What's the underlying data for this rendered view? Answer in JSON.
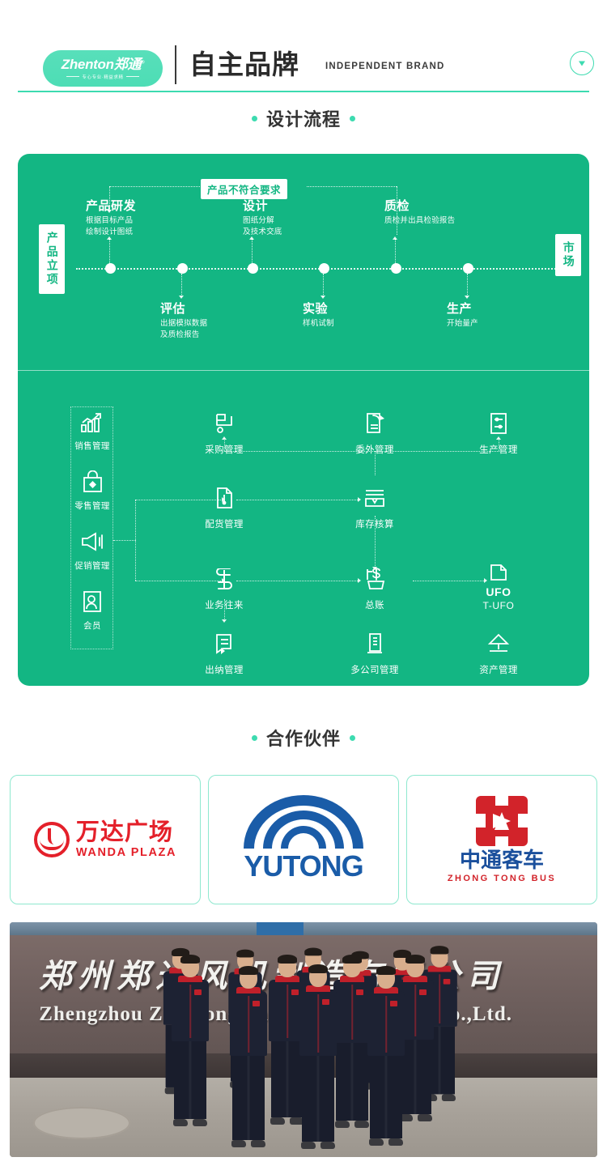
{
  "header": {
    "logo_main": "Zhenton郑通",
    "logo_reg": "®",
    "logo_sub": "专心专业·精益求精",
    "title": "自主品牌",
    "subtitle": "INDEPENDENT BRAND",
    "chevron_icon": "chevron-down-circle-icon"
  },
  "colors": {
    "brand_green": "#13b683",
    "accent_mint": "#3ddbb0",
    "wanda_red": "#e4202a",
    "yutong_blue": "#1a5ca8",
    "zhongtong_red": "#d2232a",
    "zhongtong_blue": "#1a4f9c"
  },
  "design_flow": {
    "section_title": "设计流程",
    "start_label": "产品立项",
    "end_label": "市场",
    "reject_label": "产品不符合要求",
    "steps_above": [
      {
        "title": "产品研发",
        "desc_line1": "根据目标产品",
        "desc_line2": "绘制设计图纸"
      },
      {
        "title": "设计",
        "desc_line1": "图纸分解",
        "desc_line2": "及技术交底"
      },
      {
        "title": "质检",
        "desc_line1": "质检并出具检验报告",
        "desc_line2": ""
      }
    ],
    "steps_below": [
      {
        "title": "评估",
        "desc_line1": "出据模拟数据",
        "desc_line2": "及质检报告"
      },
      {
        "title": "实验",
        "desc_line1": "样机试制",
        "desc_line2": ""
      },
      {
        "title": "生产",
        "desc_line1": "开始量产",
        "desc_line2": ""
      }
    ]
  },
  "erp": {
    "left_column": [
      {
        "label": "销售管理",
        "icon": "bar-chart-growth-icon"
      },
      {
        "label": "零售管理",
        "icon": "shopping-bag-icon"
      },
      {
        "label": "促销管理",
        "icon": "megaphone-icon"
      },
      {
        "label": "会员",
        "icon": "member-card-icon"
      }
    ],
    "grid": [
      {
        "label": "采购管理",
        "icon": "shopping-cart-icon"
      },
      {
        "label": "委外管理",
        "icon": "document-outsource-icon"
      },
      {
        "label": "生产管理",
        "icon": "production-panel-icon"
      },
      {
        "label": "配货管理",
        "icon": "delivery-doc-icon"
      },
      {
        "label": "库存核算",
        "icon": "inventory-box-icon"
      },
      {
        "label": "业务往来",
        "icon": "exchange-arrows-icon"
      },
      {
        "label": "总账",
        "icon": "ledger-money-icon"
      },
      {
        "label": "出纳管理",
        "icon": "cashier-doc-icon"
      },
      {
        "label": "多公司管理",
        "icon": "multi-company-icon"
      },
      {
        "label": "资产管理",
        "icon": "asset-scale-icon"
      }
    ],
    "ufo": {
      "badge": "UFO",
      "label": "T-UFO",
      "icon": "ufo-report-icon"
    }
  },
  "partners": {
    "section_title": "合作伙伴",
    "items": [
      {
        "name_cn": "万达广场",
        "name_en": "WANDA PLAZA",
        "logo": "wanda-plaza-logo"
      },
      {
        "name_cn": "",
        "name_en": "YUTONG",
        "logo": "yutong-logo"
      },
      {
        "name_cn": "中通客车",
        "name_en": "ZHONG TONG BUS",
        "logo": "zhongtong-bus-logo"
      }
    ]
  },
  "photo": {
    "wall_text_cn": "郑州郑通风机制造有限公司",
    "wall_text_en": "Zhengzhou Zhentong Fan Manufacturing Co.,Ltd.",
    "alt": "company-team-photo"
  }
}
